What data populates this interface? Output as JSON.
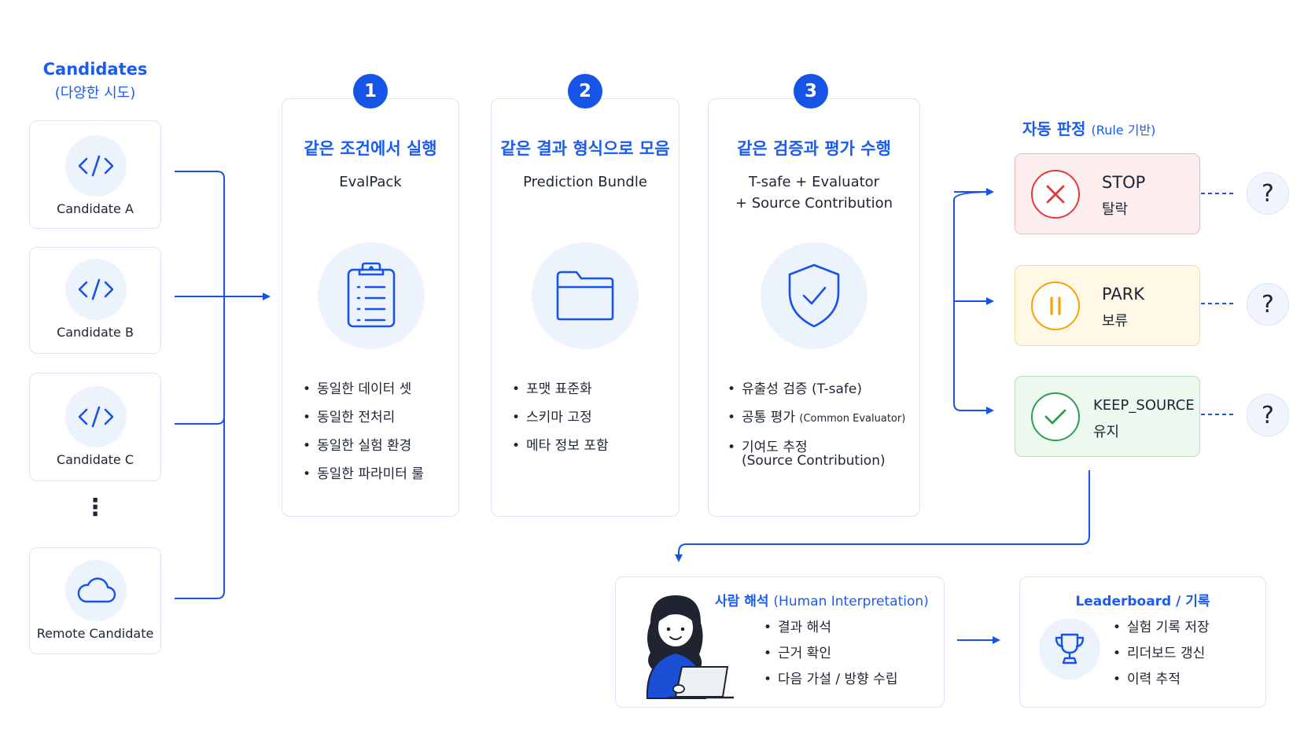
{
  "candidates": {
    "title": "Candidates",
    "subtitle": "(다양한 시도)",
    "items": [
      {
        "label": "Candidate A",
        "icon": "code-icon"
      },
      {
        "label": "Candidate B",
        "icon": "code-icon"
      },
      {
        "label": "Candidate C",
        "icon": "code-icon"
      },
      {
        "label": "Remote Candidate",
        "icon": "cloud-icon"
      }
    ],
    "ellipsis": "⋮"
  },
  "steps": [
    {
      "number": "1",
      "title": "같은 조건에서 실행",
      "subtitle": "EvalPack",
      "icon": "clipboard-icon",
      "bullets": [
        "동일한 데이터 셋",
        "동일한 전처리",
        "동일한 실험 환경",
        "동일한 파라미터 룰"
      ]
    },
    {
      "number": "2",
      "title": "같은 결과 형식으로 모음",
      "subtitle": "Prediction Bundle",
      "icon": "folder-icon",
      "bullets": [
        "포맷 표준화",
        "스키마 고정",
        "메타 정보 포함"
      ]
    },
    {
      "number": "3",
      "title": "같은 검증과 평가 수행",
      "subtitle_line1": "T-safe + Evaluator",
      "subtitle_line2": "+ Source Contribution",
      "icon": "shield-check-icon",
      "bullets": [
        {
          "main": "유출성 검증 (T-safe)"
        },
        {
          "main": "공통 평가 ",
          "small": "(Common Evaluator)"
        },
        {
          "main": "기여도 추정",
          "line2": "(Source Contribution)"
        }
      ]
    }
  ],
  "judgement": {
    "title": "자동 판정",
    "title_note": "(Rule 기반)",
    "outcomes": [
      {
        "name": "STOP",
        "ko": "탈락",
        "icon": "x-icon",
        "color": "#e53935",
        "bg": "#fdeeee",
        "border": "#f3b6b6"
      },
      {
        "name": "PARK",
        "ko": "보류",
        "icon": "pause-icon",
        "color": "#f5a300",
        "bg": "#fff8e6",
        "border": "#f7dc9a"
      },
      {
        "name": "KEEP_SOURCE",
        "ko": "유지",
        "icon": "check-icon",
        "color": "#2e9e4f",
        "bg": "#edf8ef",
        "border": "#b5e0bf"
      }
    ],
    "unknown_mark": "?"
  },
  "human": {
    "title": "사람 해석",
    "title_note": "(Human Interpretation)",
    "icon": "person-laptop-icon",
    "bullets": [
      "결과 해석",
      "근거 확인",
      "다음 가설 / 방향 수립"
    ]
  },
  "leaderboard": {
    "title": "Leaderboard / 기록",
    "icon": "trophy-icon",
    "bullets": [
      "실험 기록 저장",
      "리더보드 갱신",
      "이력 추적"
    ]
  },
  "colors": {
    "accent": "#1a5cf0",
    "badge": "#1654e8",
    "border": "#dbe5f5",
    "icon_bg": "#edf3fd"
  }
}
